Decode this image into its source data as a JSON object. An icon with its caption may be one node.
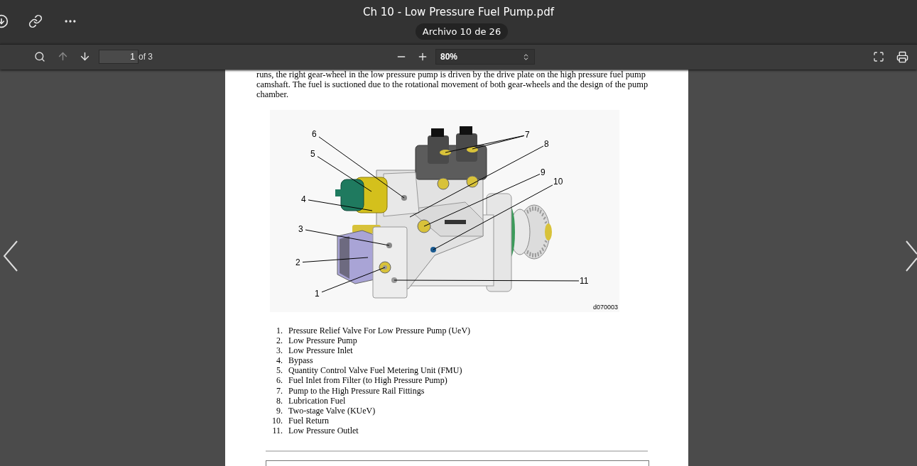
{
  "diagram": {
    "nodes": [
      {
        "text": [
          "1"
        ]
      },
      {
        "text": [
          "2"
        ]
      },
      {
        "text": [
          "3"
        ]
      },
      {
        "text": [
          "4"
        ]
      },
      {
        "text": [
          "5"
        ]
      },
      {
        "text": [
          "6"
        ]
      },
      {
        "text": [
          "7"
        ]
      },
      {
        "text": [
          "8"
        ]
      },
      {
        "text": [
          "9"
        ]
      },
      {
        "text": [
          "10"
        ]
      },
      {
        "text": [
          "11"
        ]
      }
    ],
    "edges": [
      {
        "from": 0,
        "to": null,
        "arrow": "none"
      },
      {
        "from": 1,
        "to": null,
        "arrow": "none"
      },
      {
        "from": 2,
        "to": null,
        "arrow": "none"
      },
      {
        "from": 3,
        "to": null,
        "arrow": "none"
      },
      {
        "from": 4,
        "to": null,
        "arrow": "none"
      },
      {
        "from": 5,
        "to": null,
        "arrow": "none"
      },
      {
        "from": 6,
        "to": null,
        "arrow": "none"
      },
      {
        "from": 6,
        "to": null,
        "arrow": "none"
      },
      {
        "from": 7,
        "to": null,
        "arrow": "none"
      },
      {
        "from": 8,
        "to": null,
        "arrow": "none"
      },
      {
        "from": 9,
        "to": null,
        "arrow": "none"
      },
      {
        "from": 10,
        "to": null,
        "arrow": "none"
      }
    ],
    "labels": [
      "Ch 10 - Low Pressure Fuel Pump.pdf",
      "Archivo 10 de 26",
      "1",
      "of 3",
      "80%",
      "runs, the right gear-wheel in the low pressure pump is driven by the drive plate on the high pressure fuel pump camshaft. The fuel is suctioned due to the rotational movement of both gear-wheels and the design of the pump chamber.",
      "d070003",
      "1.",
      "Pressure Relief Valve For Low Pressure Pump (UeV)",
      "2.",
      "Low Pressure Pump",
      "3.",
      "Low Pressure Inlet",
      "4.",
      "Bypass",
      "5.",
      "Quantity Control Valve Fuel Metering Unit (FMU)",
      "6.",
      "Fuel Inlet from Filter (to High Pressure Pump)",
      "7.",
      "Pump to the High Pressure Rail Fittings",
      "8.",
      "Lubrication Fuel",
      "9.",
      "Two-stage Valve (KUeV)",
      "10.",
      "Fuel Return",
      "11.",
      "Low Pressure Outlet"
    ]
  }
}
